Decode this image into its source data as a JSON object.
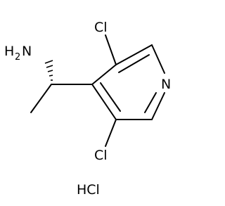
{
  "molecule": {
    "atoms": {
      "amine_h": "H",
      "amine_sub": "2",
      "amine_n": "N",
      "chlorine_top": "Cl",
      "chlorine_bottom": "Cl",
      "ring_nitrogen": "N"
    },
    "salt_label": "HCl",
    "stereo_bond": "hashed-wedge"
  },
  "colors": {
    "ink": "#000000",
    "background": "#ffffff"
  }
}
